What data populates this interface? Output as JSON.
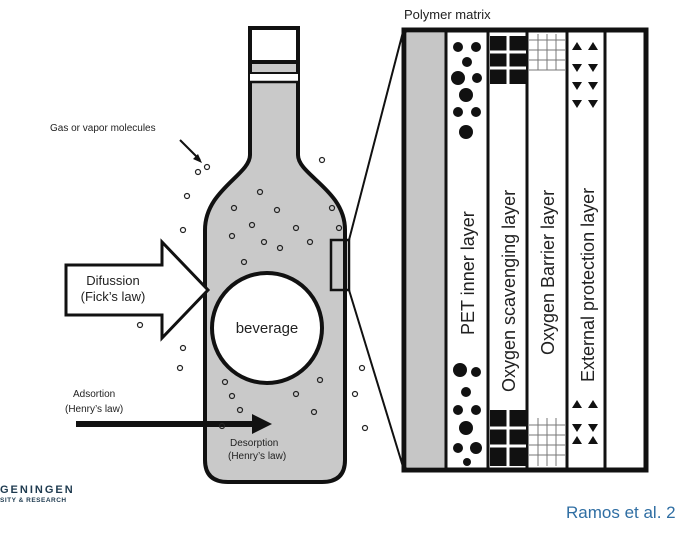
{
  "diagram": {
    "title": "Polymer matrix",
    "labels": {
      "gas": "Gas or vapor molecules",
      "diffusion_line1": "Difussion",
      "diffusion_line2": "(Fick’s law)",
      "beverage": "beverage",
      "adsortion_line1": "Adsortion",
      "adsortion_line2": "(Henry’s law)",
      "desorption_line1": "Desorption",
      "desorption_line2": "(Henry’s law)"
    },
    "layers": [
      "PET inner layer",
      "Oxygen  scavenging layer",
      "Oxygen  Barrier layer",
      "External protection layer"
    ]
  },
  "footer": {
    "logo_line1": "GENINGEN",
    "logo_line2": "SITY & RESEARCH",
    "citation": "Ramos et al. 2",
    "citation_color": "#2f6ea3"
  }
}
